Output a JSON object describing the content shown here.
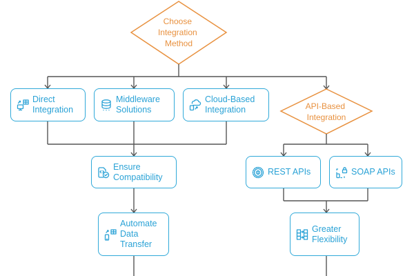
{
  "diagram": {
    "decisions": {
      "choose_method": "Choose\nIntegration\nMethod",
      "api_based": "API-Based\nIntegration"
    },
    "nodes": {
      "direct_integration": {
        "label": "Direct\nIntegration",
        "icon": "device-sync-icon"
      },
      "middleware_solutions": {
        "label": "Middleware\nSolutions",
        "icon": "database-icon"
      },
      "cloud_based_integration": {
        "label": "Cloud-Based\nIntegration",
        "icon": "cloud-device-icon"
      },
      "ensure_compatibility": {
        "label": "Ensure\nCompatibility",
        "icon": "code-file-check-icon"
      },
      "automate_data_transfer": {
        "label": "Automate\nData\nTransfer",
        "icon": "phone-table-sync-icon"
      },
      "rest_apis": {
        "label": "REST APIs",
        "icon": "gear-badge-icon"
      },
      "soap_apis": {
        "label": "SOAP APIs",
        "icon": "lock-dashed-icon"
      },
      "greater_flexibility": {
        "label": "Greater\nFlexibility",
        "icon": "grid-arrows-icon"
      }
    },
    "colors": {
      "decision": "#e8913f",
      "process": "#2aa2d6",
      "connector": "#555555"
    }
  }
}
